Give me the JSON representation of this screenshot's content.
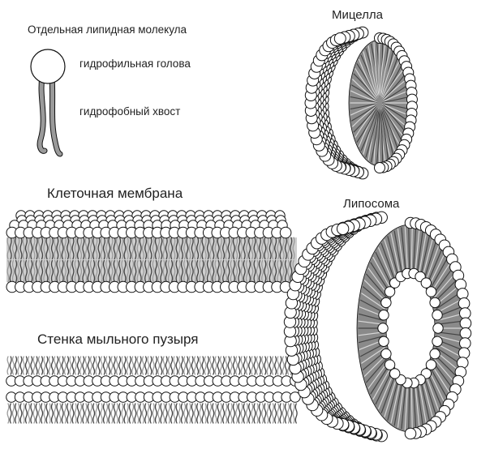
{
  "labels": {
    "single_lipid": "Отдельная липидная молекула",
    "head": "гидрофильная голова",
    "tail": "гидрофобный хвост",
    "membrane": "Клеточная мембрана",
    "soap_bubble": "Стенка мыльного пузыря",
    "micelle": "Мицелла",
    "liposome": "Липосома"
  },
  "colors": {
    "head_fill": "#ffffff",
    "outline": "#111111",
    "tail_fill": "#9a9a9a",
    "tail_dark": "#444444",
    "background": "#ffffff"
  }
}
